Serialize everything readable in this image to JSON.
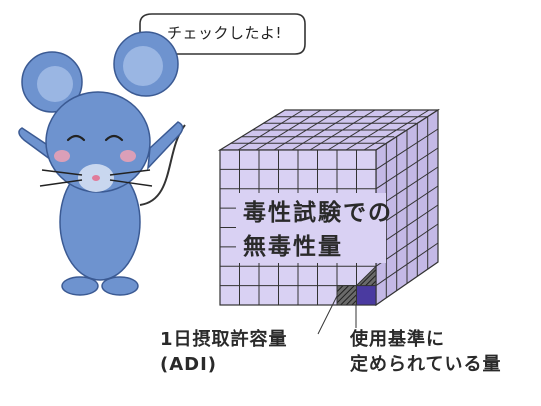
{
  "speech_bubble": {
    "text": "チェックしたよ!"
  },
  "cube": {
    "label_line1": "毒性試験での",
    "label_line2": "無毒性量"
  },
  "callouts": {
    "adi_line1": "1日摂取許容量",
    "adi_line2": "(ADI)",
    "usage_line1": "使用基準に",
    "usage_line2": "定められている量"
  }
}
